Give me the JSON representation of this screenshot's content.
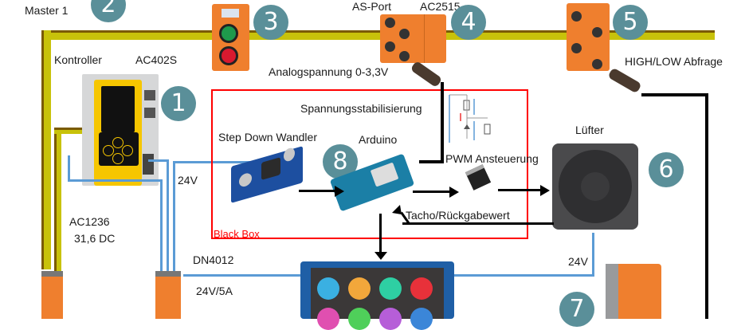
{
  "diagram": {
    "labels": {
      "master": "Master 1",
      "kontroller": "Kontroller",
      "kontroller_model": "AC402S",
      "as_port": "AS-Port",
      "as_port_model": "AC2515",
      "analog": "Analogspannung 0-3,3V",
      "highlow": "HIGH/LOW Abfrage",
      "spannungsstab": "Spannungsstabilisierung",
      "stepdown": "Step Down Wandler",
      "arduino": "Arduino",
      "pwm": "PWM Ansteuerung",
      "tacho": "Tacho/Rückgabewert",
      "blackbox": "Black Box",
      "luefter": "Lüfter",
      "v24_left": "24V",
      "v24_right": "24V",
      "ac1236": "AC1236",
      "ac1236_v": "31,6 DC",
      "dn4012": "DN4012",
      "dn4012_v": "24V/5A"
    },
    "badges": [
      "1",
      "2",
      "3",
      "4",
      "5",
      "6",
      "7",
      "8"
    ],
    "colors": {
      "badge": "#5a8f99",
      "asi_cable": "#c8c20a",
      "power_line": "#5b9bd5",
      "signal_line": "#000000",
      "black_box_border": "#ff0000",
      "ifm_orange": "#ef7f2e"
    }
  }
}
